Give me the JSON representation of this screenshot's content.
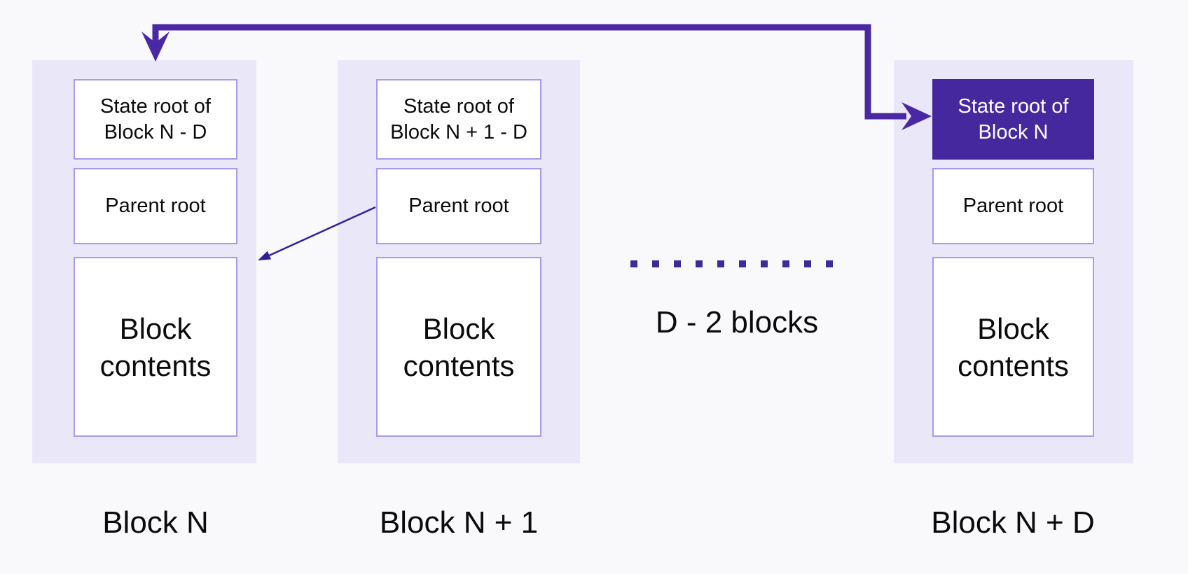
{
  "colors": {
    "page_bg": "#f9f8fa",
    "column_bg": "#eae7f9",
    "box_border": "#a99af0",
    "box_bg": "#ffffff",
    "text": "#0b0b0b",
    "accent": "#4a28a4",
    "dark_box_bg": "#46289e",
    "dark_box_text": "#ffffff",
    "dot": "#3e2b99",
    "thin_arrow": "#332098"
  },
  "blocks": [
    {
      "label": "Block N",
      "state_root_line1": "State root of",
      "state_root_line2": "Block N - D",
      "state_root_highlighted": false,
      "parent_root": "Parent root",
      "contents_line1": "Block",
      "contents_line2": "contents"
    },
    {
      "label": "Block N + 1",
      "state_root_line1": "State root of",
      "state_root_line2": "Block N + 1 - D",
      "state_root_highlighted": false,
      "parent_root": "Parent root",
      "contents_line1": "Block",
      "contents_line2": "contents"
    },
    {
      "label": "Block N + D",
      "state_root_line1": "State root of",
      "state_root_line2": "Block N",
      "state_root_highlighted": true,
      "parent_root": "Parent root",
      "contents_line1": "Block",
      "contents_line2": "contents"
    }
  ],
  "gap": {
    "dots": 10,
    "label": "D - 2 blocks"
  }
}
